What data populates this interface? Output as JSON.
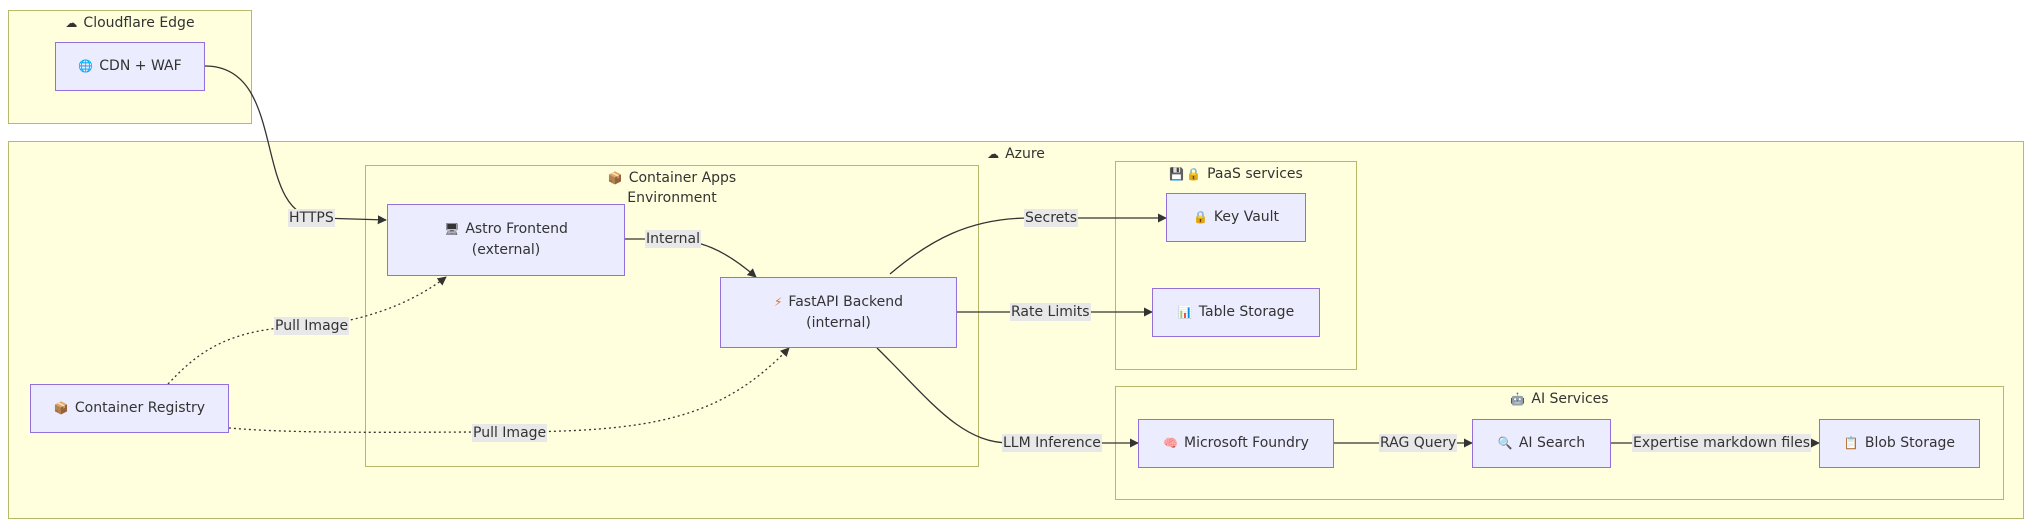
{
  "clusters": {
    "cloudflare": {
      "title": "Cloudflare Edge",
      "icon": "cloud-icon"
    },
    "azure": {
      "title": "Azure",
      "icon": "cloud-icon"
    },
    "container_apps": {
      "title_line1": "Container Apps",
      "title_line2": "Environment",
      "icon": "package-icon"
    },
    "paas": {
      "title": "PaaS services",
      "icons": [
        "floppy-disk-icon",
        "lock-icon"
      ]
    },
    "ai": {
      "title": "AI Services",
      "icon": "robot-icon"
    }
  },
  "nodes": {
    "cdn": {
      "label": "CDN + WAF",
      "icon": "globe-icon"
    },
    "astro": {
      "line1": "Astro Frontend",
      "line2": "(external)",
      "icon": "monitor-icon"
    },
    "fastapi": {
      "line1": "FastAPI Backend",
      "line2": "(internal)",
      "icon": "lightning-icon"
    },
    "registry": {
      "label": "Container Registry",
      "icon": "package-icon"
    },
    "keyvault": {
      "label": "Key Vault",
      "icon": "lock-icon"
    },
    "table": {
      "label": "Table Storage",
      "icon": "bar-chart-icon"
    },
    "foundry": {
      "label": "Microsoft Foundry",
      "icon": "brain-icon"
    },
    "aisearch": {
      "label": "AI Search",
      "icon": "magnifier-icon"
    },
    "blob": {
      "label": "Blob Storage",
      "icon": "clipboard-icon"
    }
  },
  "edges": {
    "https": "HTTPS",
    "internal": "Internal",
    "pull_image_1": "Pull Image",
    "pull_image_2": "Pull Image",
    "secrets": "Secrets",
    "rate_limits": "Rate Limits",
    "llm": "LLM Inference",
    "rag": "RAG Query",
    "expertise": "Expertise markdown files"
  },
  "colors": {
    "cluster_fill": "#ffffde",
    "cluster_border": "#b8b86a",
    "node_fill": "#ececff",
    "node_border": "#9370db",
    "edge": "#333333",
    "edge_label_bg": "#e8e8e8"
  }
}
